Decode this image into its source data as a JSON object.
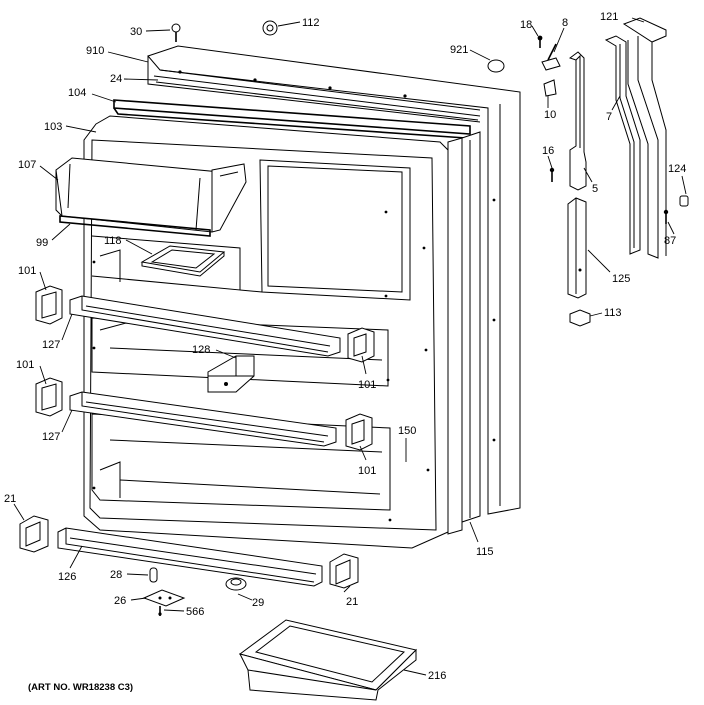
{
  "diagram": {
    "art_number": "(ART NO. WR18238 C3)",
    "callouts": [
      {
        "id": "c30",
        "text": "30"
      },
      {
        "id": "c112",
        "text": "112"
      },
      {
        "id": "c910",
        "text": "910"
      },
      {
        "id": "c24",
        "text": "24"
      },
      {
        "id": "c104",
        "text": "104"
      },
      {
        "id": "c103",
        "text": "103"
      },
      {
        "id": "c107",
        "text": "107"
      },
      {
        "id": "c99",
        "text": "99"
      },
      {
        "id": "c118",
        "text": "118"
      },
      {
        "id": "c101a",
        "text": "101"
      },
      {
        "id": "c127a",
        "text": "127"
      },
      {
        "id": "c128",
        "text": "128"
      },
      {
        "id": "c101b",
        "text": "101"
      },
      {
        "id": "c101c",
        "text": "101"
      },
      {
        "id": "c127b",
        "text": "127"
      },
      {
        "id": "c101d",
        "text": "101"
      },
      {
        "id": "c150",
        "text": "150"
      },
      {
        "id": "c21a",
        "text": "21"
      },
      {
        "id": "c126",
        "text": "126"
      },
      {
        "id": "c28",
        "text": "28"
      },
      {
        "id": "c26",
        "text": "26"
      },
      {
        "id": "c566",
        "text": "566"
      },
      {
        "id": "c29",
        "text": "29"
      },
      {
        "id": "c21b",
        "text": "21"
      },
      {
        "id": "c115",
        "text": "115"
      },
      {
        "id": "c216",
        "text": "216"
      },
      {
        "id": "c921",
        "text": "921"
      },
      {
        "id": "c18",
        "text": "18"
      },
      {
        "id": "c8",
        "text": "8"
      },
      {
        "id": "c10",
        "text": "10"
      },
      {
        "id": "c16",
        "text": "16"
      },
      {
        "id": "c5",
        "text": "5"
      },
      {
        "id": "c121",
        "text": "121"
      },
      {
        "id": "c7",
        "text": "7"
      },
      {
        "id": "c124",
        "text": "124"
      },
      {
        "id": "c87",
        "text": "87"
      },
      {
        "id": "c125",
        "text": "125"
      },
      {
        "id": "c113",
        "text": "113"
      }
    ]
  }
}
